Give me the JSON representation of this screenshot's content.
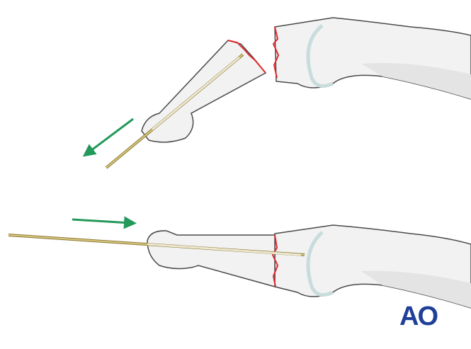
{
  "logo": {
    "text": "AO",
    "color": "#1f3f99"
  },
  "colors": {
    "bone": "#f2f2f2",
    "bone_shade": "#e4e4e4",
    "outline": "#4a4a4a",
    "fracture": "#e0282e",
    "wire": "#c9b46a",
    "arrow": "#23995a",
    "cartilage": "#c9dcdc"
  },
  "panels": [
    {
      "label": "",
      "arrow_direction": "down-left"
    },
    {
      "label": "",
      "arrow_direction": "right"
    }
  ]
}
